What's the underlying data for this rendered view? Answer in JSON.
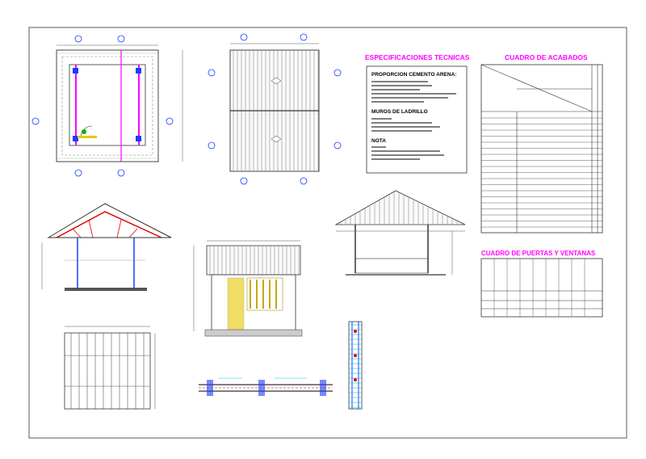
{
  "specs": {
    "title": "ESPECIFICACIONES TECNICAS",
    "subtitle_mortar": "PROPORCION CEMENTO ARENA:",
    "subtitle_walls": "MUROS DE LADRILLO",
    "note_title": "NOTA"
  },
  "finishes": {
    "title": "CUADRO DE ACABADOS"
  },
  "doors": {
    "title": "CUADRO DE PUERTAS Y VENTANAS"
  },
  "colors": {
    "accent_magenta": "#ff00ff",
    "cyan": "#00c8e0",
    "blue": "#1a3cff",
    "red": "#e00000",
    "green": "#00b000",
    "yellow": "#e6c800"
  }
}
